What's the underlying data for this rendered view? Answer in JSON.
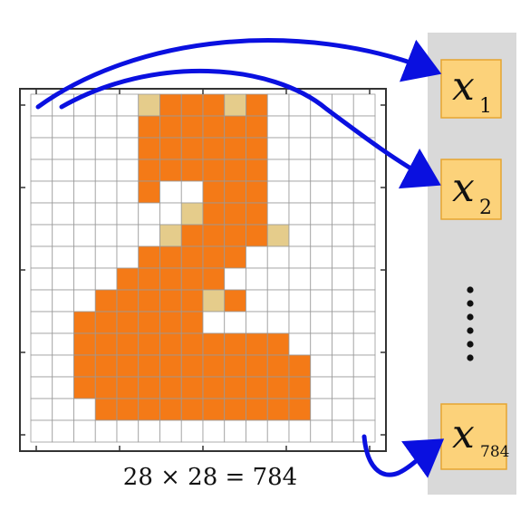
{
  "grid": {
    "rows": 16,
    "cols": 16,
    "colors": {
      "empty": "#ffffff",
      "full": "#f47a17",
      "partial": "#e5cc8b",
      "line": "#9a9a9a",
      "border": "#333333"
    },
    "cells": [
      "0000012221200000",
      "0000022222200000",
      "0000022222200000",
      "0000022222200000",
      "0000020022200000",
      "0000000122200000",
      "0000001222210000",
      "0000022222000000",
      "0000222220000000",
      "0002222212000000",
      "0022222200000000",
      "0022222222220000",
      "0022222222222000",
      "0022222222222000",
      "0002222222222000",
      "0000000000000000"
    ]
  },
  "caption": "28 × 28 = 784",
  "variables": [
    {
      "letter": "x",
      "subscript": "1"
    },
    {
      "letter": "x",
      "subscript": "2"
    },
    {
      "letter": "x",
      "subscript": "784"
    }
  ],
  "ellipsis_dots": 6,
  "colors": {
    "arrow": "#0a10e0",
    "panel": "#d9d9d9",
    "var_box": "#fcd27a"
  }
}
